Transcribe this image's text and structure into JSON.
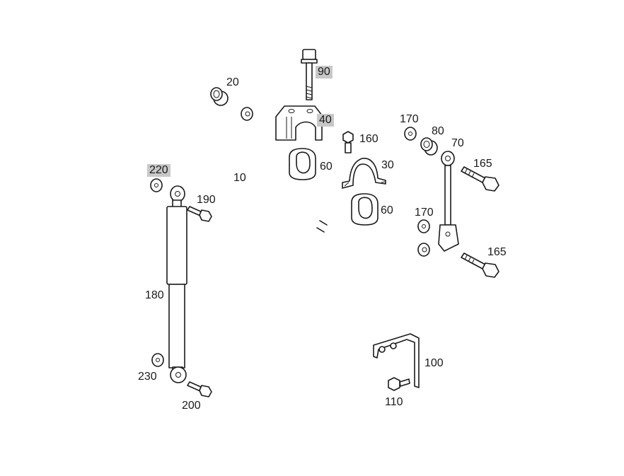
{
  "diagram": {
    "highlight_color": "#c8c8c8",
    "line_color": "#1a1a1a",
    "labels": {
      "p90": "90",
      "p20": "20",
      "p40": "40",
      "p170a": "170",
      "p80": "80",
      "p160": "160",
      "p70": "70",
      "p165a": "165",
      "p60a": "60",
      "p30": "30",
      "p220": "220",
      "p10": "10",
      "p190": "190",
      "p60b": "60",
      "p170b": "170",
      "p165b": "165",
      "p180": "180",
      "p100": "100",
      "p230": "230",
      "p110": "110",
      "p200": "200"
    }
  }
}
